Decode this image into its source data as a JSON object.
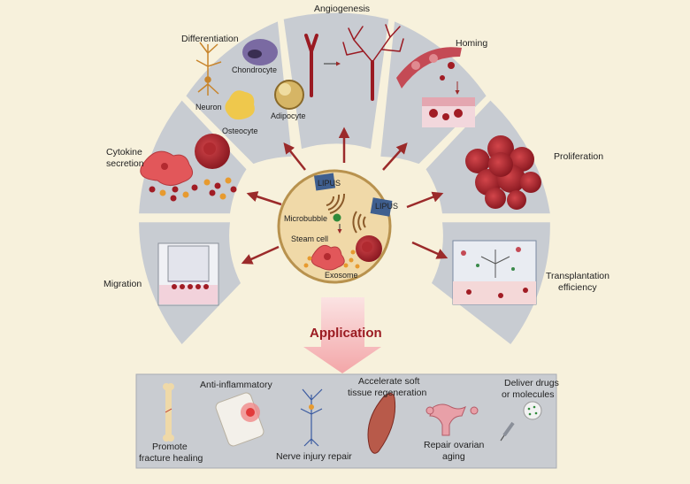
{
  "segments": {
    "differentiation": {
      "title": "Differentiation",
      "cells": {
        "chondrocyte": "Chondrocyte",
        "neuron": "Neuron",
        "osteocyte": "Osteocyte",
        "adipocyte": "Adipocyte"
      }
    },
    "angiogenesis": {
      "title": "Angiogenesis"
    },
    "homing": {
      "title": "Homing"
    },
    "proliferation": {
      "title": "Proliferation"
    },
    "transplantation": {
      "title_line1": "Transplantation",
      "title_line2": "efficiency"
    },
    "migration": {
      "title": "Migration"
    },
    "cytokine": {
      "title_line1": "Cytokine",
      "title_line2": "secretion"
    }
  },
  "center": {
    "lipus_1": "LIPUS",
    "lipus_2": "LIPUS",
    "microbubble": "Microbubble",
    "stem_cell": "Steam cell",
    "exosome": "Exosome"
  },
  "application": {
    "title": "Application",
    "items": {
      "fracture_line1": "Promote",
      "fracture_line2": "fracture healing",
      "anti_inflammatory": "Anti-inflammatory",
      "nerve": "Nerve injury repair",
      "soft_tissue_line1": "Accelerate soft",
      "soft_tissue_line2": "tissue regeneration",
      "ovarian_line1": "Repair ovarian",
      "ovarian_line2": "aging",
      "drugs_line1": "Deliver drugs",
      "drugs_line2": "or molecules"
    }
  },
  "colors": {
    "background": "#f7f1dc",
    "segment": "#c8ccd2",
    "center_fill": "#f0d9a8",
    "center_border": "#b8924e",
    "arrow": "#9b2a2a",
    "accent_title": "#9b1c22",
    "application_band": "#c9ccd1"
  }
}
